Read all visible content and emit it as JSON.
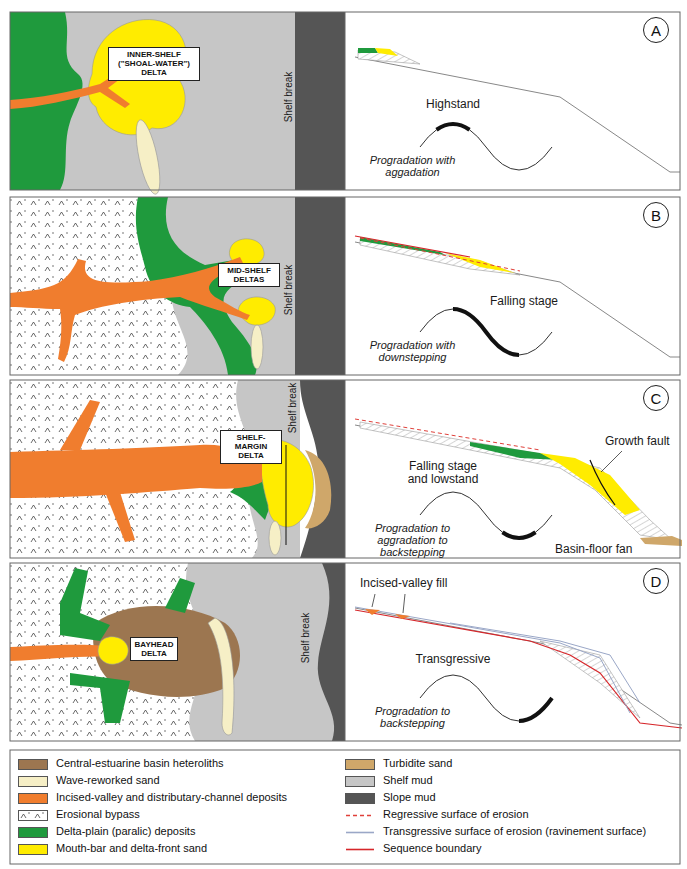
{
  "diagram": {
    "nodes": [
      {
        "text": [
          "INNER-SHELF (\"SHOAL-WATER\") DELTA"
        ]
      },
      {
        "text": [
          "A"
        ]
      },
      {
        "text": [
          "MID-SHELF DELTAS"
        ]
      },
      {
        "text": [
          "B"
        ]
      },
      {
        "text": [
          "SHELF-MARGIN DELTA"
        ]
      },
      {
        "text": [
          "C"
        ]
      },
      {
        "text": [
          "BAYHEAD DELTA"
        ]
      },
      {
        "text": [
          "D"
        ]
      }
    ],
    "labels": [
      "Shelf break",
      "Highstand",
      "Progradation with aggadation",
      "Shelf break",
      "Falling stage",
      "Progradation with downstepping",
      "Shelf break",
      "Falling stage and lowstand",
      "Progradation to aggradation to backstepping",
      "Growth fault",
      "Basin-floor fan",
      "Shelf break",
      "Incised-valley fill",
      "Transgressive",
      "Progradation to backstepping"
    ],
    "legend": [
      {
        "text": "Central-estuarine basin heteroliths",
        "color": "#9c7650"
      },
      {
        "text": "Wave-reworked sand",
        "color": "#f6efc6"
      },
      {
        "text": "Incised-valley and distributary-channel deposits",
        "color": "#f07d2e"
      },
      {
        "text": "Erosional bypass"
      },
      {
        "text": "Delta-plain (paralic) deposits",
        "color": "#1f9a3d"
      },
      {
        "text": "Mouth-bar and delta-front sand",
        "color": "#ffec00"
      },
      {
        "text": "Turbidite sand",
        "color": "#cfa76a"
      },
      {
        "text": "Shelf mud",
        "color": "#c6c6c6"
      },
      {
        "text": "Slope mud",
        "color": "#555555"
      },
      {
        "text": "Regressive surface of erosion"
      },
      {
        "text": "Transgressive surface of erosion (ravinement surface)"
      },
      {
        "text": "Sequence boundary"
      }
    ]
  }
}
